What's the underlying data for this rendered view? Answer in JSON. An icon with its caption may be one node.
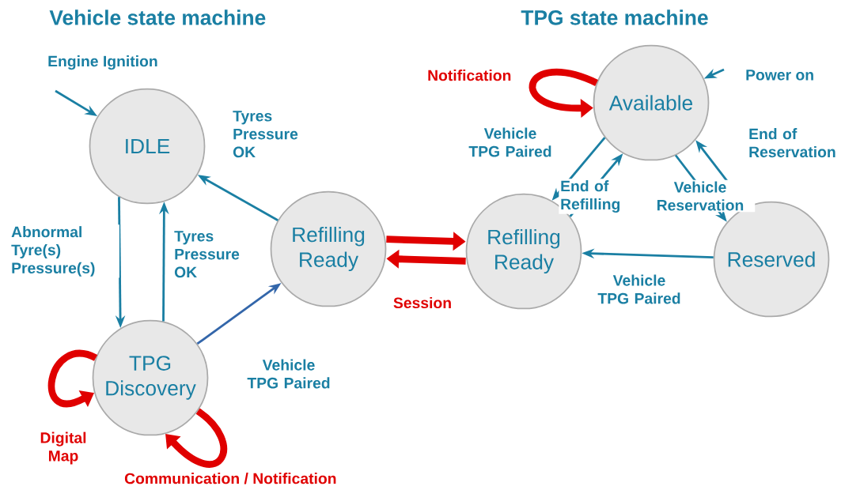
{
  "diagram": {
    "nodes": [
      {
        "text": [
          "IDLE"
        ]
      },
      {
        "text": [
          "TPG Discovery"
        ]
      },
      {
        "text": [
          "Refilling Ready"
        ]
      },
      {
        "text": [
          "Available"
        ]
      },
      {
        "text": [
          "Refilling Ready"
        ]
      },
      {
        "text": [
          "Reserved"
        ]
      }
    ],
    "edges": [
      {
        "from": null,
        "to": 0,
        "arrow": "to",
        "label": "Engine Ignition"
      },
      {
        "from": 0,
        "to": 1,
        "arrow": "to",
        "label": "Abnormal Tyre(s) Pressure(s)"
      },
      {
        "from": 1,
        "to": 0,
        "arrow": "to",
        "label": "Tyres Pressure OK"
      },
      {
        "from": 2,
        "to": 0,
        "arrow": "to",
        "label": "Tyres Pressure OK"
      },
      {
        "from": 1,
        "to": 2,
        "arrow": "to",
        "label": "Vehicle TPG Paired",
        "color": "#3366aa"
      },
      {
        "from": 1,
        "to": 1,
        "arrow": "to",
        "label": "Digital Map",
        "style": "thick",
        "color": "#e00000"
      },
      {
        "from": 1,
        "to": 1,
        "arrow": "to",
        "label": "Communication / Notification",
        "style": "thick",
        "color": "#e00000"
      },
      {
        "from": 2,
        "to": 4,
        "arrow": "to",
        "style": "thick",
        "color": "#e00000"
      },
      {
        "from": 4,
        "to": 2,
        "arrow": "to",
        "label": "Session",
        "style": "thick",
        "color": "#e00000"
      },
      {
        "from": null,
        "to": 3,
        "arrow": "to",
        "label": "Power on"
      },
      {
        "from": 3,
        "to": 3,
        "arrow": "to",
        "label": "Notification",
        "style": "thick",
        "color": "#e00000"
      },
      {
        "from": 3,
        "to": 4,
        "arrow": "to",
        "label": "Vehicle TPG Paired"
      },
      {
        "from": 4,
        "to": 3,
        "arrow": "to",
        "label": "End of Refilling"
      },
      {
        "from": 3,
        "to": 5,
        "arrow": "to",
        "label": "Vehicle Reservation"
      },
      {
        "from": 5,
        "to": 3,
        "arrow": "to",
        "label": "End of Reservation"
      },
      {
        "from": 5,
        "to": 4,
        "arrow": "to",
        "label": "Vehicle TPG Paired"
      }
    ],
    "labels": [
      "Vehicle state machine",
      "TPG state machine"
    ]
  }
}
